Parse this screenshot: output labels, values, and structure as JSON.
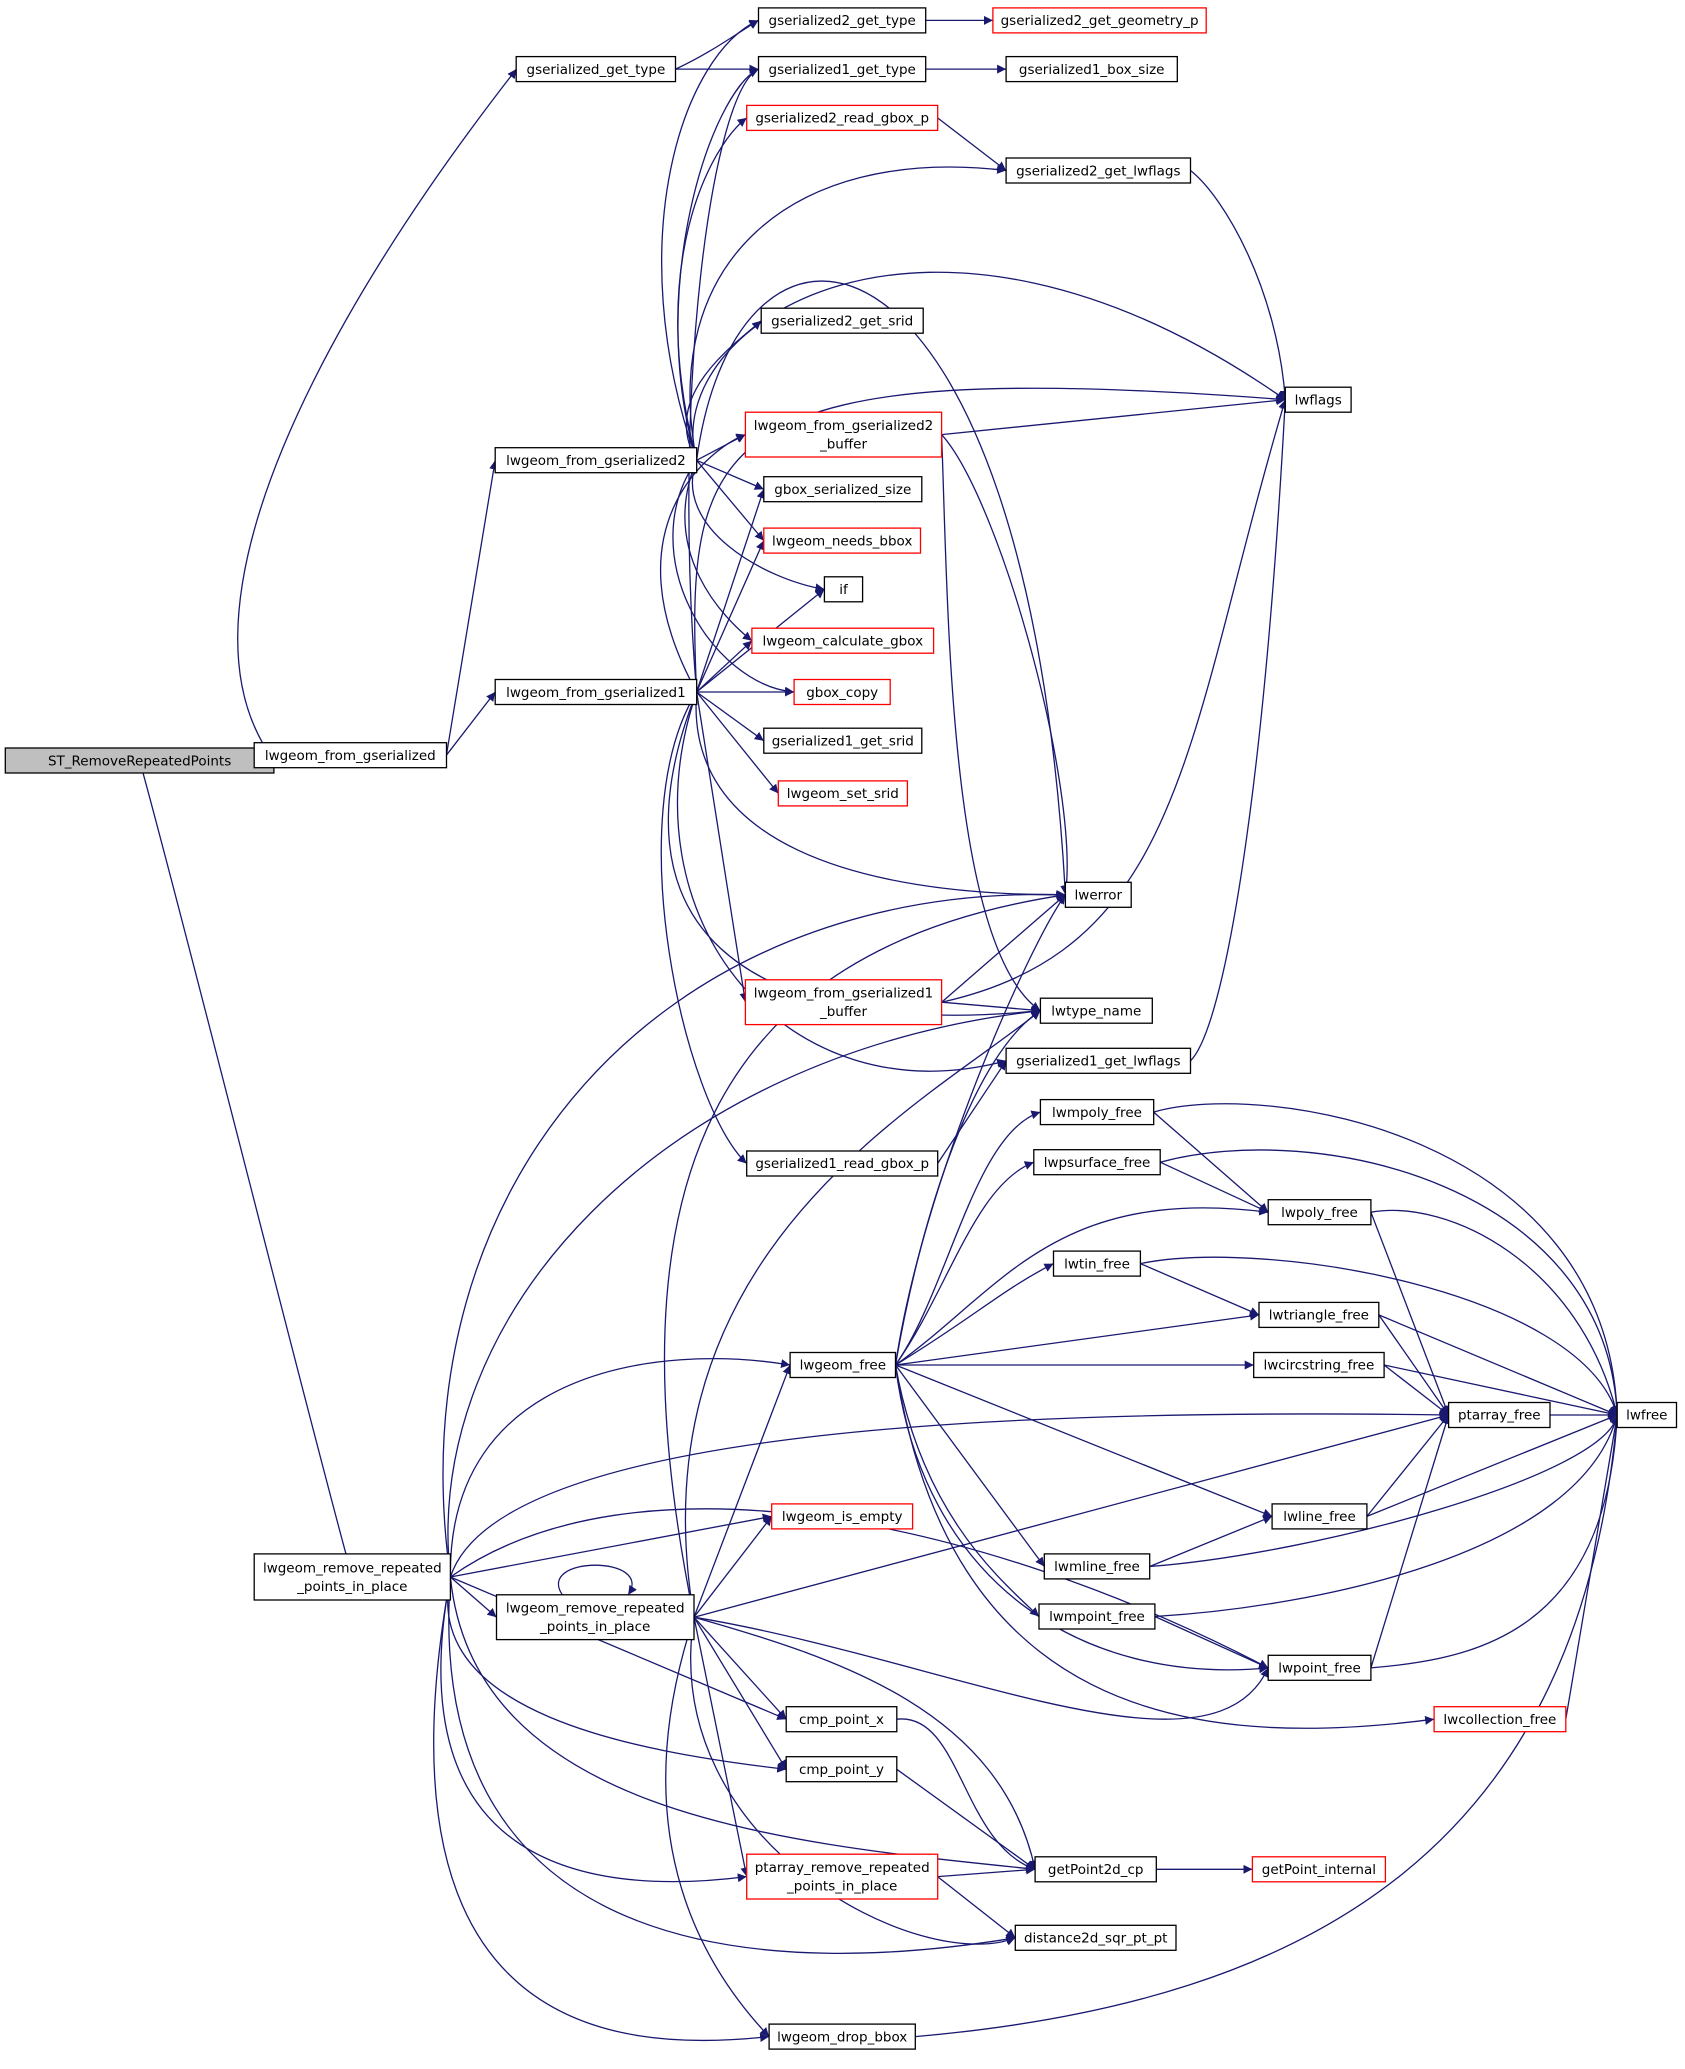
{
  "nodes": {
    "root": [
      "ST_RemoveRepeatedPoints"
    ],
    "lwgeom_from_gserialized": [
      "lwgeom_from_gserialized"
    ],
    "gserialized_get_type": [
      "gserialized_get_type"
    ],
    "gserialized2_get_type": [
      "gserialized2_get_type"
    ],
    "gserialized2_get_geometry_p": [
      "gserialized2_get_geometry_p"
    ],
    "gserialized1_get_type": [
      "gserialized1_get_type"
    ],
    "gserialized1_box_size": [
      "gserialized1_box_size"
    ],
    "gserialized2_read_gbox_p": [
      "gserialized2_read_gbox_p"
    ],
    "gserialized2_get_lwflags": [
      "gserialized2_get_lwflags"
    ],
    "gserialized2_get_srid": [
      "gserialized2_get_srid"
    ],
    "lwflags": [
      "lwflags"
    ],
    "lwgeom_from_gserialized2": [
      "lwgeom_from_gserialized2"
    ],
    "lwgeom_from_gserialized2_buffer": [
      "lwgeom_from_gserialized2",
      "_buffer"
    ],
    "gbox_serialized_size": [
      "gbox_serialized_size"
    ],
    "lwgeom_needs_bbox": [
      "lwgeom_needs_bbox"
    ],
    "if": [
      "if"
    ],
    "lwgeom_calculate_gbox": [
      "lwgeom_calculate_gbox"
    ],
    "lwgeom_from_gserialized1": [
      "lwgeom_from_gserialized1"
    ],
    "gbox_copy": [
      "gbox_copy"
    ],
    "gserialized1_get_srid": [
      "gserialized1_get_srid"
    ],
    "lwgeom_set_srid": [
      "lwgeom_set_srid"
    ],
    "lwerror": [
      "lwerror"
    ],
    "lwgeom_from_gserialized1_buffer": [
      "lwgeom_from_gserialized1",
      "_buffer"
    ],
    "lwtype_name": [
      "lwtype_name"
    ],
    "gserialized1_get_lwflags": [
      "gserialized1_get_lwflags"
    ],
    "lwmpoly_free": [
      "lwmpoly_free"
    ],
    "gserialized1_read_gbox_p": [
      "gserialized1_read_gbox_p"
    ],
    "lwpsurface_free": [
      "lwpsurface_free"
    ],
    "lwpoly_free": [
      "lwpoly_free"
    ],
    "lwtin_free": [
      "lwtin_free"
    ],
    "lwtriangle_free": [
      "lwtriangle_free"
    ],
    "lwgeom_free": [
      "lwgeom_free"
    ],
    "lwcircstring_free": [
      "lwcircstring_free"
    ],
    "ptarray_free": [
      "ptarray_free"
    ],
    "lwfree": [
      "lwfree"
    ],
    "lwline_free": [
      "lwline_free"
    ],
    "lwgeom_is_empty": [
      "lwgeom_is_empty"
    ],
    "lwmline_free": [
      "lwmline_free"
    ],
    "lwgeom_remove_repeated_points_in_place_outer": [
      "lwgeom_remove_repeated",
      "_points_in_place"
    ],
    "lwgeom_remove_repeated_points_in_place": [
      "lwgeom_remove_repeated",
      "_points_in_place"
    ],
    "lwmpoint_free": [
      "lwmpoint_free"
    ],
    "lwpoint_free": [
      "lwpoint_free"
    ],
    "lwcollection_free": [
      "lwcollection_free"
    ],
    "cmp_point_x": [
      "cmp_point_x"
    ],
    "cmp_point_y": [
      "cmp_point_y"
    ],
    "ptarray_remove_repeated_points_in_place": [
      "ptarray_remove_repeated",
      "_points_in_place"
    ],
    "getPoint2d_cp": [
      "getPoint2d_cp"
    ],
    "getPoint_internal": [
      "getPoint_internal"
    ],
    "distance2d_sqr_pt_pt": [
      "distance2d_sqr_pt_pt"
    ],
    "lwgeom_drop_bbox": [
      "lwgeom_drop_bbox"
    ]
  },
  "colors": {
    "edge": "#191970",
    "node_border": "#000000",
    "truncated_border": "#ff0000",
    "root_fill": "#bfbfbf"
  }
}
